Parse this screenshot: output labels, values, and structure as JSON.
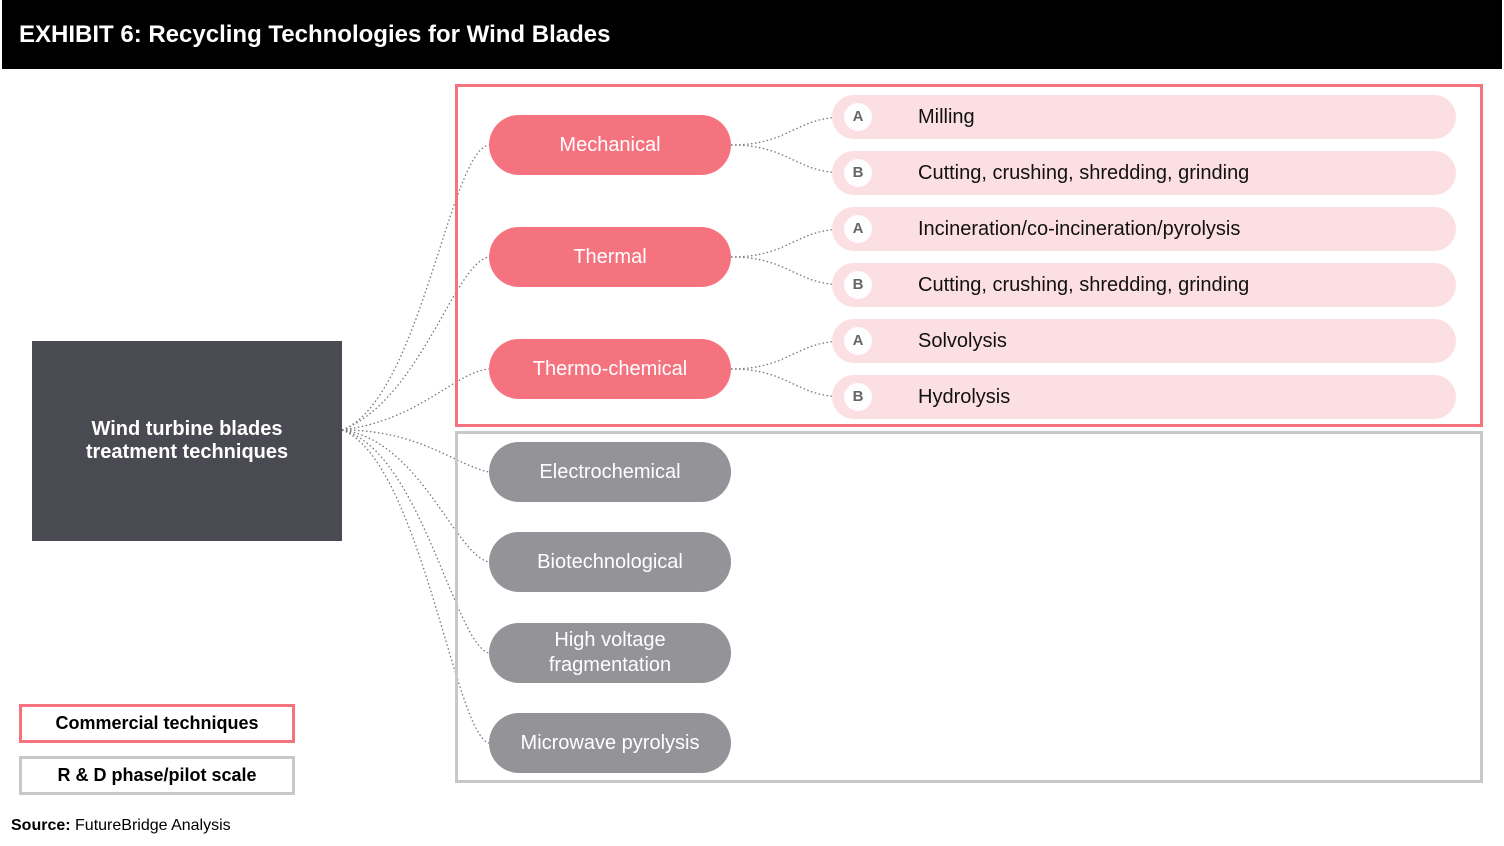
{
  "title": "EXHIBIT 6: Recycling Technologies for Wind Blades",
  "root_label": "Wind turbine blades\ntreatment techniques",
  "colors": {
    "commercial": "#f5737f",
    "rd": "#939398",
    "sub_bg": "#fcdfe2",
    "root": "#4a4a52"
  },
  "commercial_techniques": [
    {
      "label": "Mechanical",
      "subs": [
        {
          "badge": "A",
          "label": "Milling"
        },
        {
          "badge": "B",
          "label": "Cutting, crushing, shredding, grinding"
        }
      ]
    },
    {
      "label": "Thermal",
      "subs": [
        {
          "badge": "A",
          "label": "Incineration/co-incineration/pyrolysis"
        },
        {
          "badge": "B",
          "label": "Cutting, crushing, shredding, grinding"
        }
      ]
    },
    {
      "label": "Thermo-chemical",
      "subs": [
        {
          "badge": "A",
          "label": "Solvolysis"
        },
        {
          "badge": "B",
          "label": "Hydrolysis"
        }
      ]
    }
  ],
  "rd_techniques": [
    {
      "label": "Electrochemical"
    },
    {
      "label": "Biotechnological"
    },
    {
      "label": "High voltage\nfragmentation"
    },
    {
      "label": "Microwave pyrolysis"
    }
  ],
  "legend": {
    "commercial": "Commercial techniques",
    "rd": "R & D phase/pilot scale"
  },
  "source": {
    "prefix": "Source:",
    "text": " FutureBridge Analysis"
  }
}
